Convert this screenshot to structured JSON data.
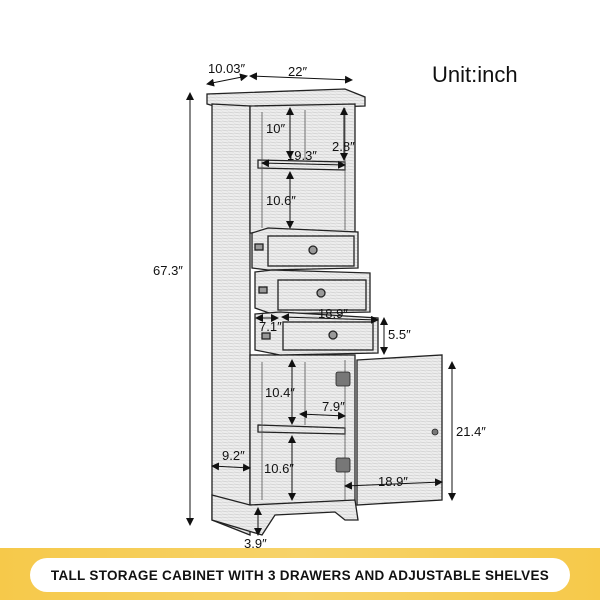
{
  "unit_label": "Unit:inch",
  "dimensions": {
    "depth": "10.03″",
    "width": "22″",
    "height": "67.3″",
    "top_shelf_height": "10″",
    "shelf_inner_width": "19.3″",
    "crown_height": "2.8″",
    "second_shelf_height": "10.6″",
    "drawer_width": "18.9″",
    "drawer_depth": "7.1″",
    "drawer_height": "5.5″",
    "lower_shelf_height": "10.4″",
    "shelf_depth": "7.9″",
    "door_height": "21.4″",
    "side_depth": "9.2″",
    "bottom_shelf_height": "10.6″",
    "door_width": "18.9″",
    "base_height": "3.9″"
  },
  "banner": {
    "title": "TALL STORAGE CABINET WITH 3 DRAWERS AND ADJUSTABLE SHELVES"
  },
  "colors": {
    "banner_yellow": "#f6c94a",
    "line": "#222222",
    "wood_grain": "#9a9a9a"
  }
}
